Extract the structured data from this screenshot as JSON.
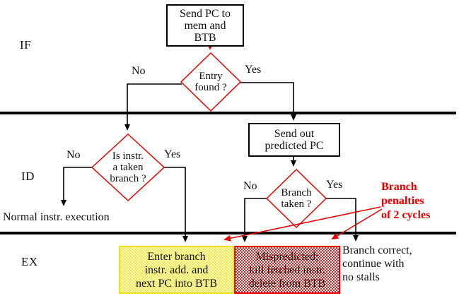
{
  "colors": {
    "accent_red": "#ee0000",
    "yellow_fill_a": "#f3ea3e",
    "yellow_fill_b": "#fcf9d2",
    "yellow_border": "#ece223",
    "red_fill_a": "#e32222",
    "red_fill_b": "#ffffff",
    "red_border": "#ee0000"
  },
  "stages": {
    "if": "IF",
    "id": "ID",
    "ex": "EX"
  },
  "flow": {
    "send_pc": {
      "lines": [
        "Send PC to",
        "mem and",
        "BTB"
      ]
    },
    "entry_found": {
      "lines": [
        "Entry",
        "found ?"
      ],
      "no": "No",
      "yes": "Yes"
    },
    "send_out": {
      "lines": [
        "Send out",
        "predicted PC"
      ]
    },
    "is_instr": {
      "lines": [
        "Is instr.",
        "a taken",
        "branch ?"
      ],
      "no": "No",
      "yes": "Yes"
    },
    "normal_exec": "Normal instr. execution",
    "branch_taken": {
      "lines": [
        "Branch",
        "taken ?"
      ],
      "no": "No",
      "yes": "Yes"
    },
    "enter_branch": {
      "lines": [
        "Enter branch",
        "instr. add. and",
        "next PC into BTB"
      ]
    },
    "mispredicted": {
      "lines": [
        "Mispredicted;",
        "kill fetched instr.",
        "delete from BTB"
      ]
    },
    "branch_correct": {
      "lines": [
        "Branch correct,",
        "continue with",
        "no stalls"
      ]
    },
    "penalties": {
      "lines": [
        "Branch",
        "penalties",
        "of 2 cycles"
      ]
    }
  }
}
